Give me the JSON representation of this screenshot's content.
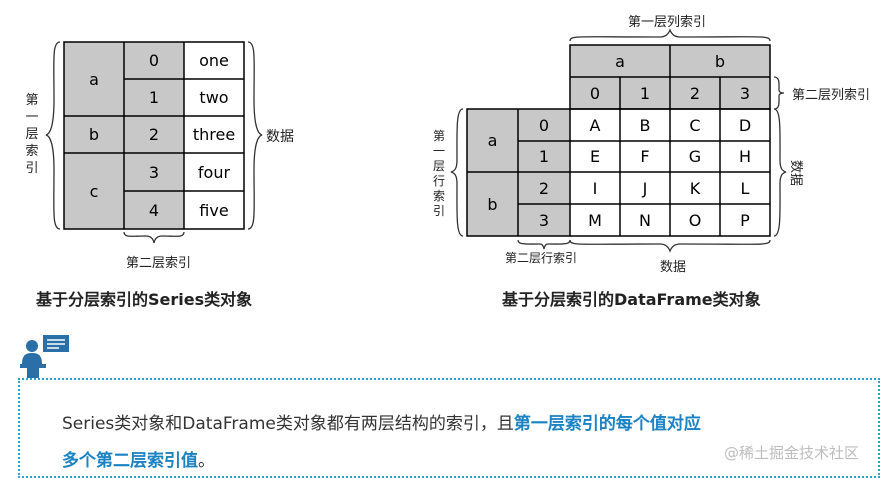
{
  "series_diagram": {
    "level1": [
      "a",
      "b",
      "c"
    ],
    "level2": [
      "0",
      "1",
      "2",
      "3",
      "4"
    ],
    "values": [
      "one",
      "two",
      "three",
      "four",
      "five"
    ],
    "label_level1": "第一层索引",
    "label_level2": "第二层索引",
    "label_data": "数据",
    "caption": "基于分层索引的Series类对象"
  },
  "dataframe_diagram": {
    "col_level1": [
      "a",
      "b"
    ],
    "col_level2": [
      "0",
      "1",
      "2",
      "3"
    ],
    "row_level1": [
      "a",
      "b"
    ],
    "row_level2": [
      "0",
      "1",
      "2",
      "3"
    ],
    "values": [
      [
        "A",
        "B",
        "C",
        "D"
      ],
      [
        "E",
        "F",
        "G",
        "H"
      ],
      [
        "I",
        "J",
        "K",
        "L"
      ],
      [
        "M",
        "N",
        "O",
        "P"
      ]
    ],
    "label_col_level1": "第一层列索引",
    "label_col_level2": "第二层列索引",
    "label_row_level1": "第一层行索引",
    "label_row_level2": "第二层行索引",
    "label_data_right": "数据",
    "label_data_bottom": "数据",
    "caption": "基于分层索引的DataFrame类对象"
  },
  "note": {
    "line1_normal": "Series类对象和DataFrame类对象都有两层结构的索引，且",
    "line1_highlight": "第一层索引的每个值对应",
    "line2_highlight": "多个第二层索引值",
    "line2_end": "。"
  },
  "watermark": "@稀土掘金技术社区",
  "colors": {
    "index_fill": "#c8c8c8",
    "note_border": "#29a3c9",
    "highlight": "#1b82c4",
    "icon": "#2a6fa8"
  },
  "icons": [
    "presenter-icon"
  ]
}
